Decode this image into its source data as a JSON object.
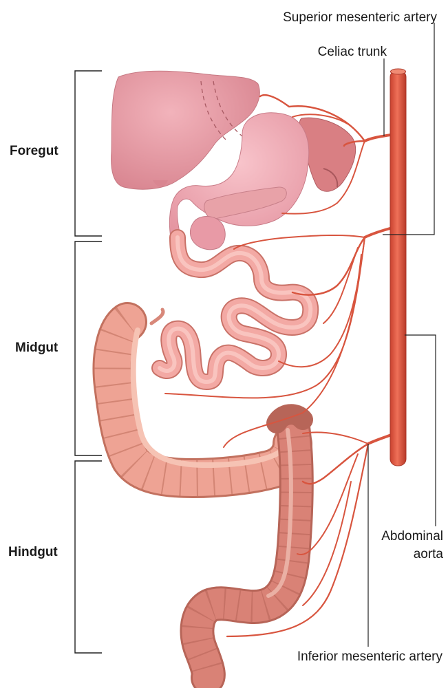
{
  "regions": {
    "foregut": "Foregut",
    "midgut": "Midgut",
    "hindgut": "Hindgut"
  },
  "labels": {
    "superior_mesenteric_artery": "Superior mesenteric artery",
    "celiac_trunk": "Celiac trunk",
    "abdominal_aorta_line1": "Abdominal",
    "abdominal_aorta_line2": "aorta",
    "inferior_mesenteric_artery": "Inferior mesenteric artery"
  },
  "colors": {
    "artery": "#d8553f",
    "liver": "#e79ba4",
    "stomach": "#efa9b3",
    "small_intestine": "#f3a9a4",
    "colon": "#eea394",
    "descending_colon": "#d98276",
    "spleen": "#d97f83"
  }
}
